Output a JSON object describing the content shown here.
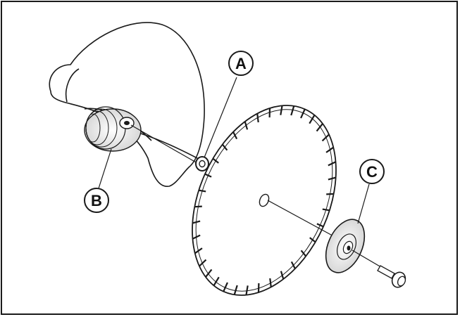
{
  "callouts": [
    {
      "id": "A",
      "text": "A"
    },
    {
      "id": "B",
      "text": "B"
    },
    {
      "id": "C",
      "text": "C"
    }
  ],
  "colors": {
    "line": "#1a1a1a",
    "background": "#ffffff"
  }
}
